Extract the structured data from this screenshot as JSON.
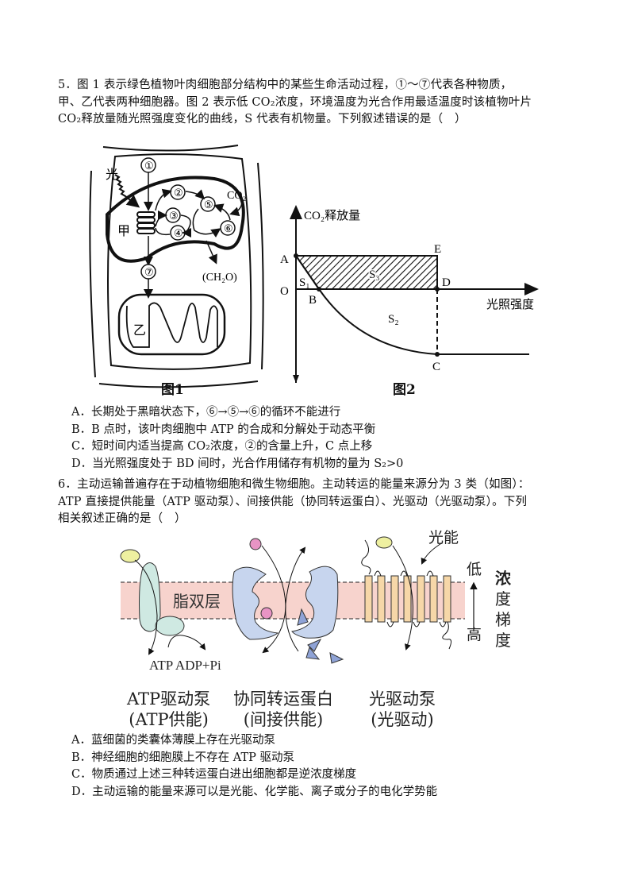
{
  "question5": {
    "lines": [
      "5．图 1 表示绿色植物叶肉细胞部分结构中的某些生命活动过程，①～⑦代表各种物质，",
      "甲、乙代表两种细胞器。图 2 表示低 CO₂浓度，环境温度为光合作用最适温度时该植物叶片",
      "CO₂释放量随光照强度变化的曲线，S 代表有机物量。下列叙述错误的是（　）"
    ],
    "figure1": {
      "caption": "图1",
      "labels": {
        "light": "光",
        "n1": "①",
        "n2": "②",
        "n3": "③",
        "n4": "④",
        "n5": "⑤",
        "n6": "⑥",
        "n7": "⑦",
        "co2": "CO₂",
        "ch2o": "(CH₂O)",
        "jia": "甲",
        "yi": "乙"
      }
    },
    "figure2": {
      "caption": "图2",
      "ylabel": "CO₂释放量",
      "xlabel": "光照强度",
      "points": {
        "A": "A",
        "B": "B",
        "C": "C",
        "D": "D",
        "E": "E",
        "O": "O"
      },
      "areas": {
        "S1": "S₁",
        "S2": "S₂",
        "S3": "S₃"
      }
    },
    "options": [
      "A．长期处于黑暗状态下，⑥→⑤→⑥的循环不能进行",
      "B．B 点时，该叶肉细胞中 ATP 的合成和分解处于动态平衡",
      "C．短时间内适当提高 CO₂浓度，②的含量上升，C 点上移",
      "D．当光照强度处于 BD 间时，光合作用储存有机物的量为 S₂>0"
    ]
  },
  "question6": {
    "lines": [
      "6．主动运输普遍存在于动植物细胞和微生物细胞。主动转运的能量来源分为 3 类（如图）：",
      "ATP 直接提供能量（ATP 驱动泵）、间接供能（协同转运蛋白）、光驱动（光驱动泵）。下列",
      "相关叙述正确的是（　）"
    ],
    "figure": {
      "membrane_label": "脂双层",
      "atp_label": "ATP ADP+Pi",
      "light_label": "光能",
      "low": "低",
      "high": "高",
      "gradient": [
        "浓",
        "度",
        "梯",
        "度"
      ],
      "pumps": [
        {
          "name": "ATP驱动泵",
          "sub": "(ATP供能)"
        },
        {
          "name": "协同转运蛋白",
          "sub": "(间接供能)"
        },
        {
          "name": "光驱动泵",
          "sub": "(光驱动)"
        }
      ],
      "colors": {
        "membrane": "#f7d3cd",
        "atp_pump": "#cfe9e2",
        "cotransporter": "#c7d5ee",
        "light_pump": "#f6d7a8",
        "pink_ball": "#e894c4",
        "yellow_ball": "#eef0a0",
        "triangle": "#8fa3d6"
      }
    },
    "options": [
      "A．蓝细菌的类囊体薄膜上存在光驱动泵",
      "B．神经细胞的细胞膜上不存在 ATP 驱动泵",
      "C．物质通过上述三种转运蛋白进出细胞都是逆浓度梯度",
      "D．主动运输的能量来源可以是光能、化学能、离子或分子的电化学势能"
    ]
  }
}
